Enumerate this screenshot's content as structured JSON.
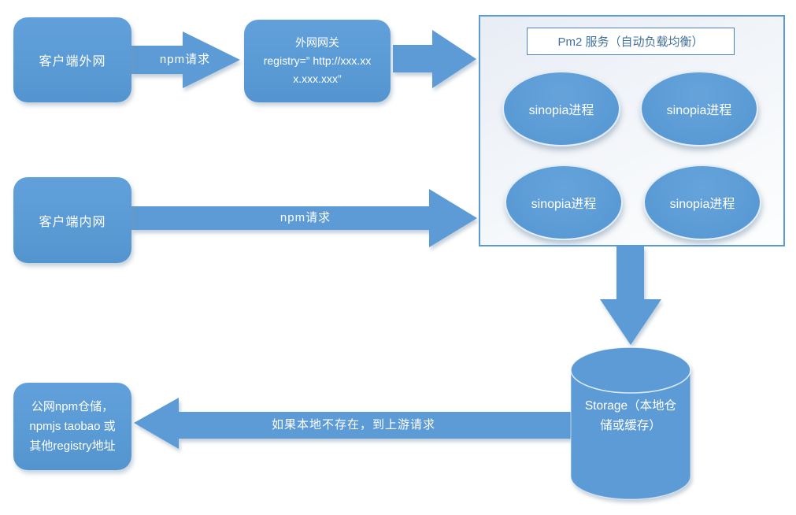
{
  "diagram": {
    "nodes": {
      "client_external": {
        "label": "客户端外网"
      },
      "gateway": {
        "line1": "外网网关",
        "line2": "registry=” http://xxx.xx",
        "line3": "x.xxx.xxx”"
      },
      "client_internal": {
        "label": "客户端内网"
      },
      "pm2": {
        "title": "Pm2 服务（自动负载均衡）",
        "processes": [
          "sinopia进程",
          "sinopia进程",
          "sinopia进程",
          "sinopia进程"
        ]
      },
      "storage": {
        "line1": "Storage（本地仓",
        "line2": "储或缓存）"
      },
      "public_registry": {
        "line1": "公网npm仓储，",
        "line2": "npmjs taobao 或",
        "line3": "其他registry地址"
      }
    },
    "edges": {
      "external_request_label": "npm请求",
      "internal_request_label": "npm请求",
      "upstream_request_label": "如果本地不存在，到上游请求"
    },
    "colors": {
      "shape_blue": "#5B9BD5",
      "container_border_blue": "#5B9BD5",
      "title_text_blue": "#41719C",
      "background": "#FFFFFF"
    }
  }
}
